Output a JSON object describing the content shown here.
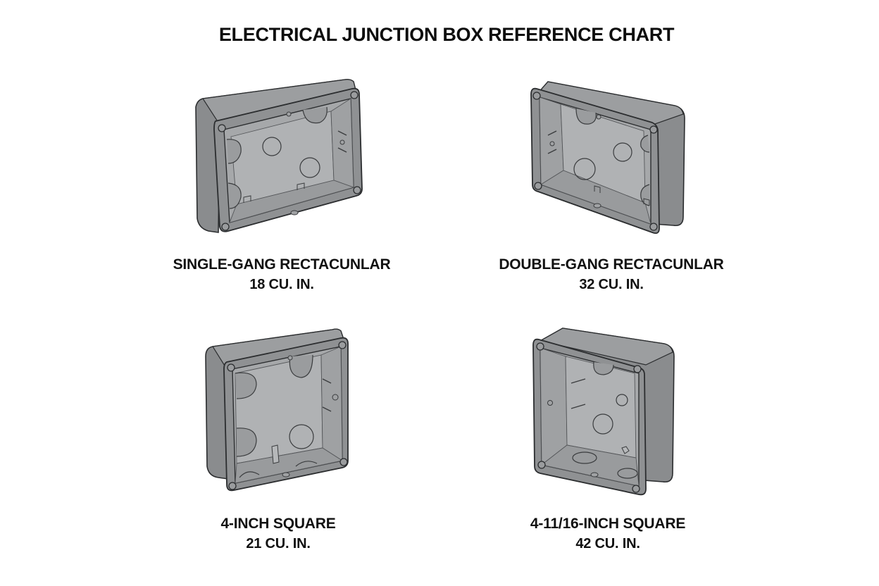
{
  "title": "ELECTRICAL JUNCTION BOX REFERENCE CHART",
  "colors": {
    "background": "#ffffff",
    "box_outer": "#8e9092",
    "box_side": "#7d7f81",
    "box_interior": "#a9abad",
    "box_floor": "#9a9c9e",
    "outline": "#2b2d2f",
    "text": "#111111"
  },
  "boxes": [
    {
      "name": "SINGLE-GANG RECTACUNLAR",
      "volume": "18 CU. IN.",
      "icon": "rectangular-junction-box-icon",
      "position": "top-left"
    },
    {
      "name": "DOUBLE-GANG RECTACUNLAR",
      "volume": "32 CU. IN.",
      "icon": "rectangular-junction-box-icon",
      "position": "top-right"
    },
    {
      "name": "4-INCH SQUARE",
      "volume": "21 CU. IN.",
      "icon": "square-junction-box-icon",
      "position": "bottom-left"
    },
    {
      "name": "4-11/16-INCH SQUARE",
      "volume": "42 CU. IN.",
      "icon": "square-junction-box-icon",
      "position": "bottom-right"
    }
  ]
}
